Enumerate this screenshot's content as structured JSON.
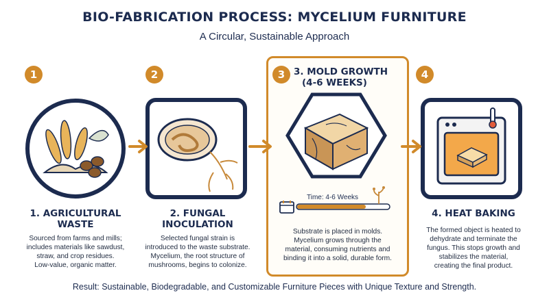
{
  "title": "BIO-FABRICATION PROCESS: MYCELIUM FURNITURE",
  "subtitle": "A Circular, Sustainable Approach",
  "steps": [
    {
      "number": "1",
      "title_line1": "1. AGRICULTURAL",
      "title_line2": "WASTE",
      "description": [
        "Sourced from farms and mills;",
        "includes materials like sawdust,",
        "straw, and crop residues.",
        "Low-value, organic matter."
      ]
    },
    {
      "number": "2",
      "title_line1": "2. FUNGAL",
      "title_line2": "INOCULATION",
      "description": [
        "Selected fungal strain is",
        "introduced to the waste substrate.",
        "Mycelium, the root structure of",
        "mushrooms, begins to colonize."
      ]
    },
    {
      "number": "3",
      "title_line1": "3. MOLD GROWTH",
      "title_line2": "(4-6 WEEKS)",
      "timebar_label": "Time: 4-6 Weeks",
      "description": [
        "Substrate is placed in molds.",
        "Mycelium grows through the",
        "material, consuming nutrients and",
        "binding it into a solid, durable form."
      ]
    },
    {
      "number": "4",
      "title_line1": "4. HEAT BAKING",
      "description": [
        "The formed object is heated to",
        "dehydrate and terminate the",
        "fungus. This stops growth and",
        "stabilizes the material,",
        "creating the final product."
      ]
    }
  ],
  "result": "Result: Sustainable, Biodegradable, and Customizable Furniture Pieces with Unique Texture and Strength.",
  "colors": {
    "navy": "#1c2b4f",
    "accent": "#d18a2a",
    "tan": "#e8c28a"
  },
  "icons": [
    "grain-bundle-icon",
    "petri-dish-icon",
    "mold-block-icon",
    "oven-icon",
    "calendar-icon",
    "arrow-right-icon"
  ]
}
